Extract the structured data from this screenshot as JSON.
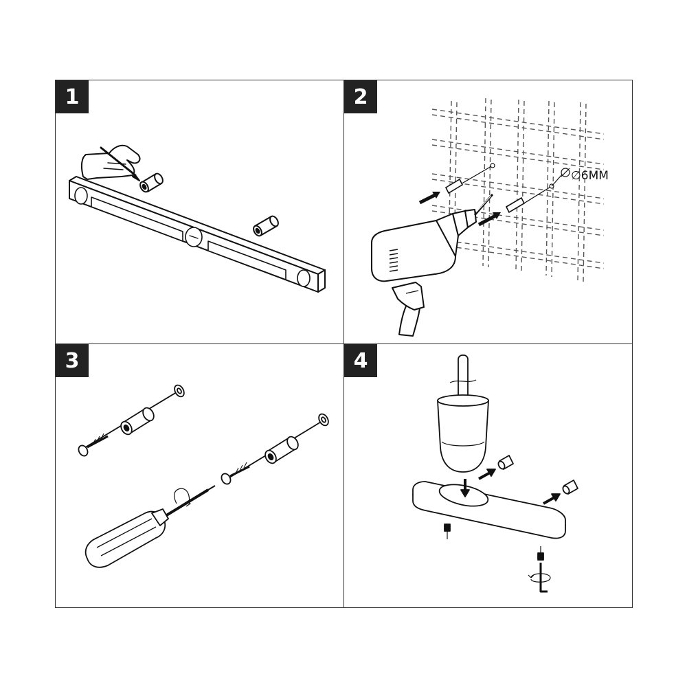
{
  "steps": [
    {
      "number": "1"
    },
    {
      "number": "2"
    },
    {
      "number": "3"
    },
    {
      "number": "4"
    }
  ],
  "annotations": {
    "drill_bit_diameter": "∅6MM"
  }
}
